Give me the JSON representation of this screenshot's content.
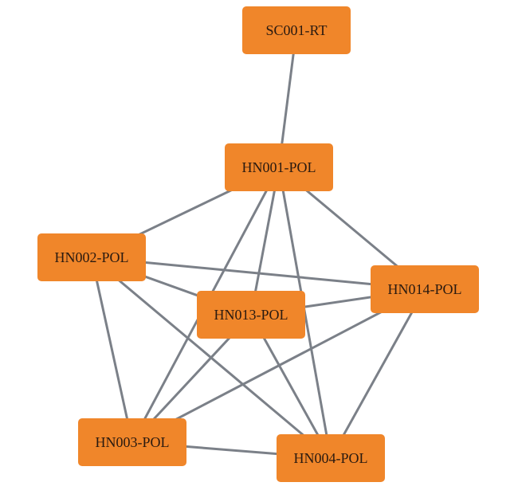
{
  "diagram": {
    "type": "network",
    "node_color": "#f0862a",
    "edge_color": "#7b8088",
    "nodes": [
      {
        "id": "SC001-RT",
        "label": "SC001-RT"
      },
      {
        "id": "HN001-POL",
        "label": "HN001-POL"
      },
      {
        "id": "HN002-POL",
        "label": "HN002-POL"
      },
      {
        "id": "HN014-POL",
        "label": "HN014-POL"
      },
      {
        "id": "HN013-POL",
        "label": "HN013-POL"
      },
      {
        "id": "HN003-POL",
        "label": "HN003-POL"
      },
      {
        "id": "HN004-POL",
        "label": "HN004-POL"
      }
    ],
    "edges": [
      [
        "SC001-RT",
        "HN001-POL"
      ],
      [
        "HN001-POL",
        "HN002-POL"
      ],
      [
        "HN001-POL",
        "HN003-POL"
      ],
      [
        "HN001-POL",
        "HN004-POL"
      ],
      [
        "HN001-POL",
        "HN013-POL"
      ],
      [
        "HN001-POL",
        "HN014-POL"
      ],
      [
        "HN002-POL",
        "HN003-POL"
      ],
      [
        "HN002-POL",
        "HN004-POL"
      ],
      [
        "HN002-POL",
        "HN013-POL"
      ],
      [
        "HN002-POL",
        "HN014-POL"
      ],
      [
        "HN013-POL",
        "HN003-POL"
      ],
      [
        "HN013-POL",
        "HN004-POL"
      ],
      [
        "HN013-POL",
        "HN014-POL"
      ],
      [
        "HN014-POL",
        "HN003-POL"
      ],
      [
        "HN014-POL",
        "HN004-POL"
      ],
      [
        "HN003-POL",
        "HN004-POL"
      ]
    ]
  }
}
